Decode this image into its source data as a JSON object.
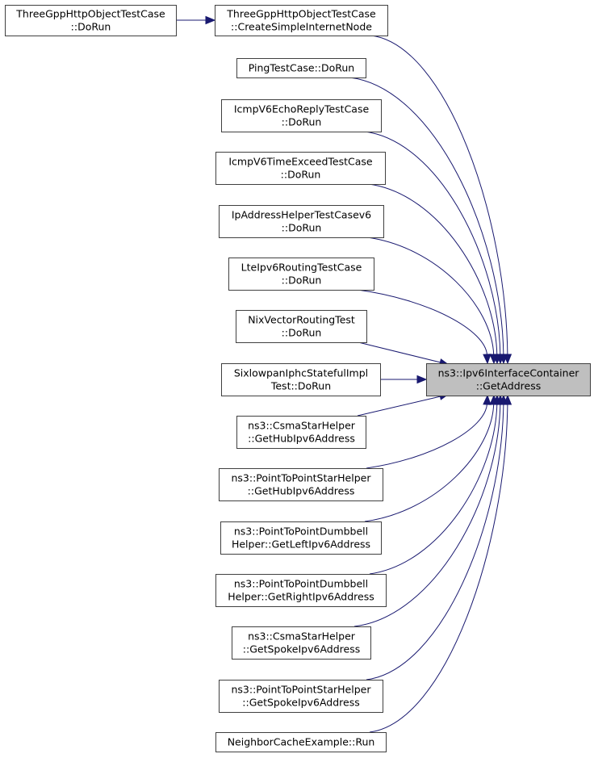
{
  "diagram": {
    "type": "call-graph",
    "edge_color": "#191970",
    "focus_fill": "#bfbfbf",
    "target": {
      "id": "target",
      "lines": [
        "ns3::Ipv6InterfaceContainer",
        "::GetAddress"
      ]
    },
    "callers": [
      {
        "id": "n1",
        "lines": [
          "ThreeGppHttpObjectTestCase",
          "::CreateSimpleInternetNode"
        ]
      },
      {
        "id": "n2",
        "lines": [
          "PingTestCase::DoRun"
        ]
      },
      {
        "id": "n3",
        "lines": [
          "IcmpV6EchoReplyTestCase",
          "::DoRun"
        ]
      },
      {
        "id": "n4",
        "lines": [
          "IcmpV6TimeExceedTestCase",
          "::DoRun"
        ]
      },
      {
        "id": "n5",
        "lines": [
          "IpAddressHelperTestCasev6",
          "::DoRun"
        ]
      },
      {
        "id": "n6",
        "lines": [
          "LteIpv6RoutingTestCase",
          "::DoRun"
        ]
      },
      {
        "id": "n7",
        "lines": [
          "NixVectorRoutingTest",
          "::DoRun"
        ]
      },
      {
        "id": "n8",
        "lines": [
          "SixlowpanIphcStatefulImpl",
          "Test::DoRun"
        ]
      },
      {
        "id": "n9",
        "lines": [
          "ns3::CsmaStarHelper",
          "::GetHubIpv6Address"
        ]
      },
      {
        "id": "n10",
        "lines": [
          "ns3::PointToPointStarHelper",
          "::GetHubIpv6Address"
        ]
      },
      {
        "id": "n11",
        "lines": [
          "ns3::PointToPointDumbbell",
          "Helper::GetLeftIpv6Address"
        ]
      },
      {
        "id": "n12",
        "lines": [
          "ns3::PointToPointDumbbell",
          "Helper::GetRightIpv6Address"
        ]
      },
      {
        "id": "n13",
        "lines": [
          "ns3::CsmaStarHelper",
          "::GetSpokeIpv6Address"
        ]
      },
      {
        "id": "n14",
        "lines": [
          "ns3::PointToPointStarHelper",
          "::GetSpokeIpv6Address"
        ]
      },
      {
        "id": "n15",
        "lines": [
          "NeighborCacheExample::Run"
        ]
      }
    ],
    "secondary_callers": [
      {
        "id": "n0",
        "lines": [
          "ThreeGppHttpObjectTestCase",
          "::DoRun"
        ],
        "calls": "n1"
      }
    ]
  }
}
